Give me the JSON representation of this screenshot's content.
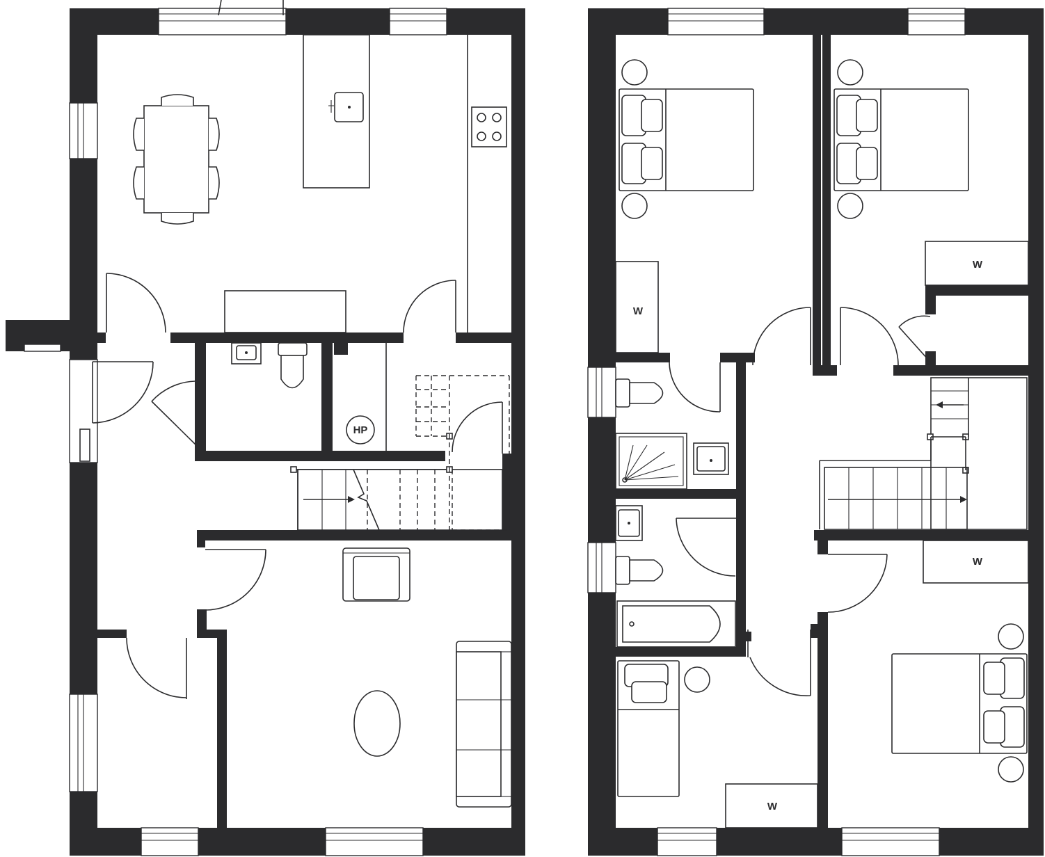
{
  "labels": {
    "heat_pump": "HP",
    "wardrobe_bed1": "W",
    "wardrobe_bed2": "W",
    "wardrobe_bed3": "W",
    "wardrobe_bed4": "W"
  },
  "colors": {
    "wall": "#2b2b2d",
    "background": "#ffffff"
  },
  "icons": [
    "door-swing-icon",
    "window-icon",
    "dining-table-icon",
    "sink-icon",
    "hob-icon",
    "toilet-icon",
    "double-bed-icon",
    "single-bed-icon",
    "shower-tray-icon",
    "bath-icon",
    "sofa-icon",
    "armchair-icon",
    "coffee-table-icon",
    "staircase-icon"
  ]
}
